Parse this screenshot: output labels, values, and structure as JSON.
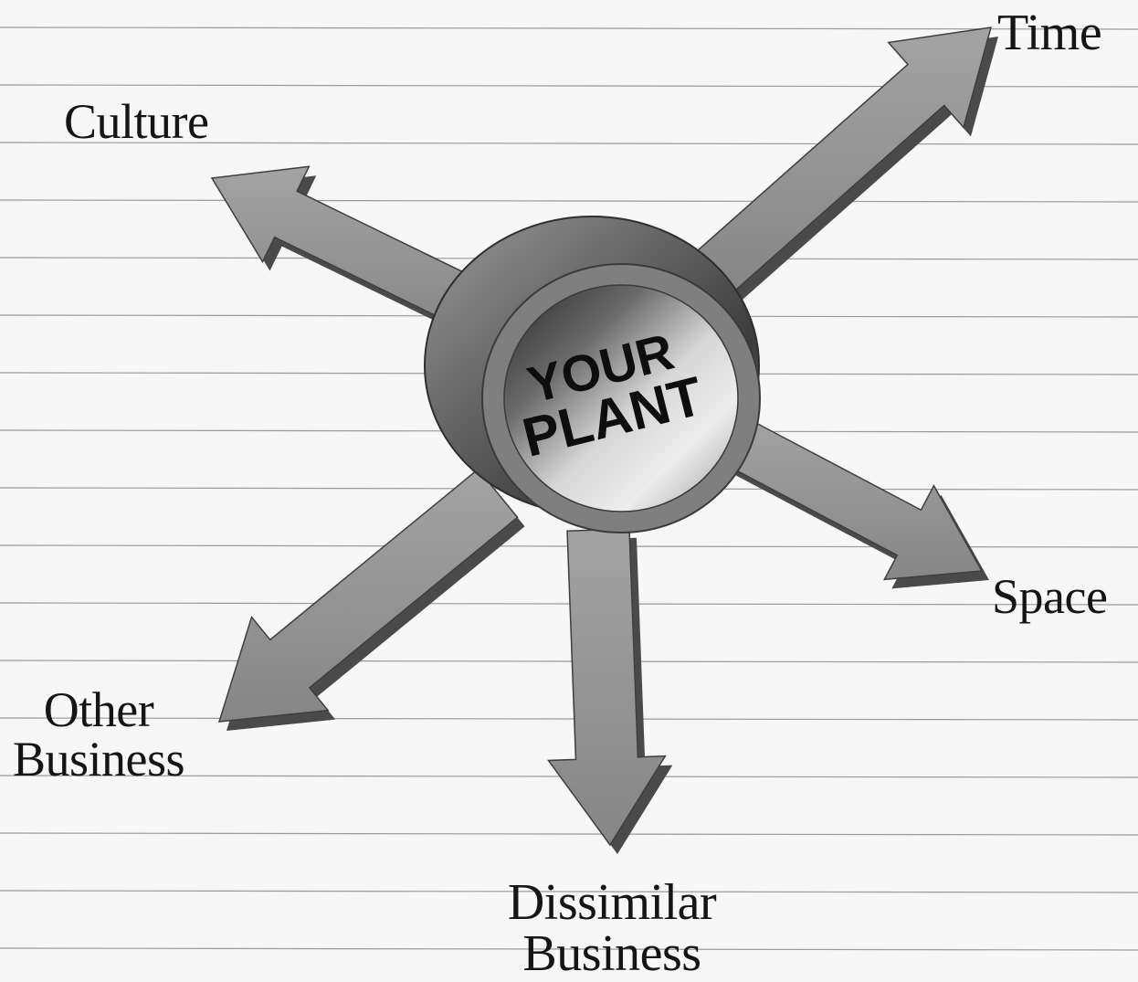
{
  "hub": {
    "line1": "YOUR",
    "line2": "PLANT"
  },
  "labels": {
    "time": "Time",
    "culture": "Culture",
    "space": "Space",
    "other_business": [
      "Other",
      "Business"
    ],
    "dissimilar_business": [
      "Dissimilar",
      "Business"
    ]
  },
  "colors": {
    "paper": "#f7f7f7",
    "rule_line": "#9a9a9a",
    "arrow_light": "#8d8d8d",
    "arrow_dark": "#4a4a4a",
    "ring": "#7d7d7d",
    "text": "#151515"
  }
}
